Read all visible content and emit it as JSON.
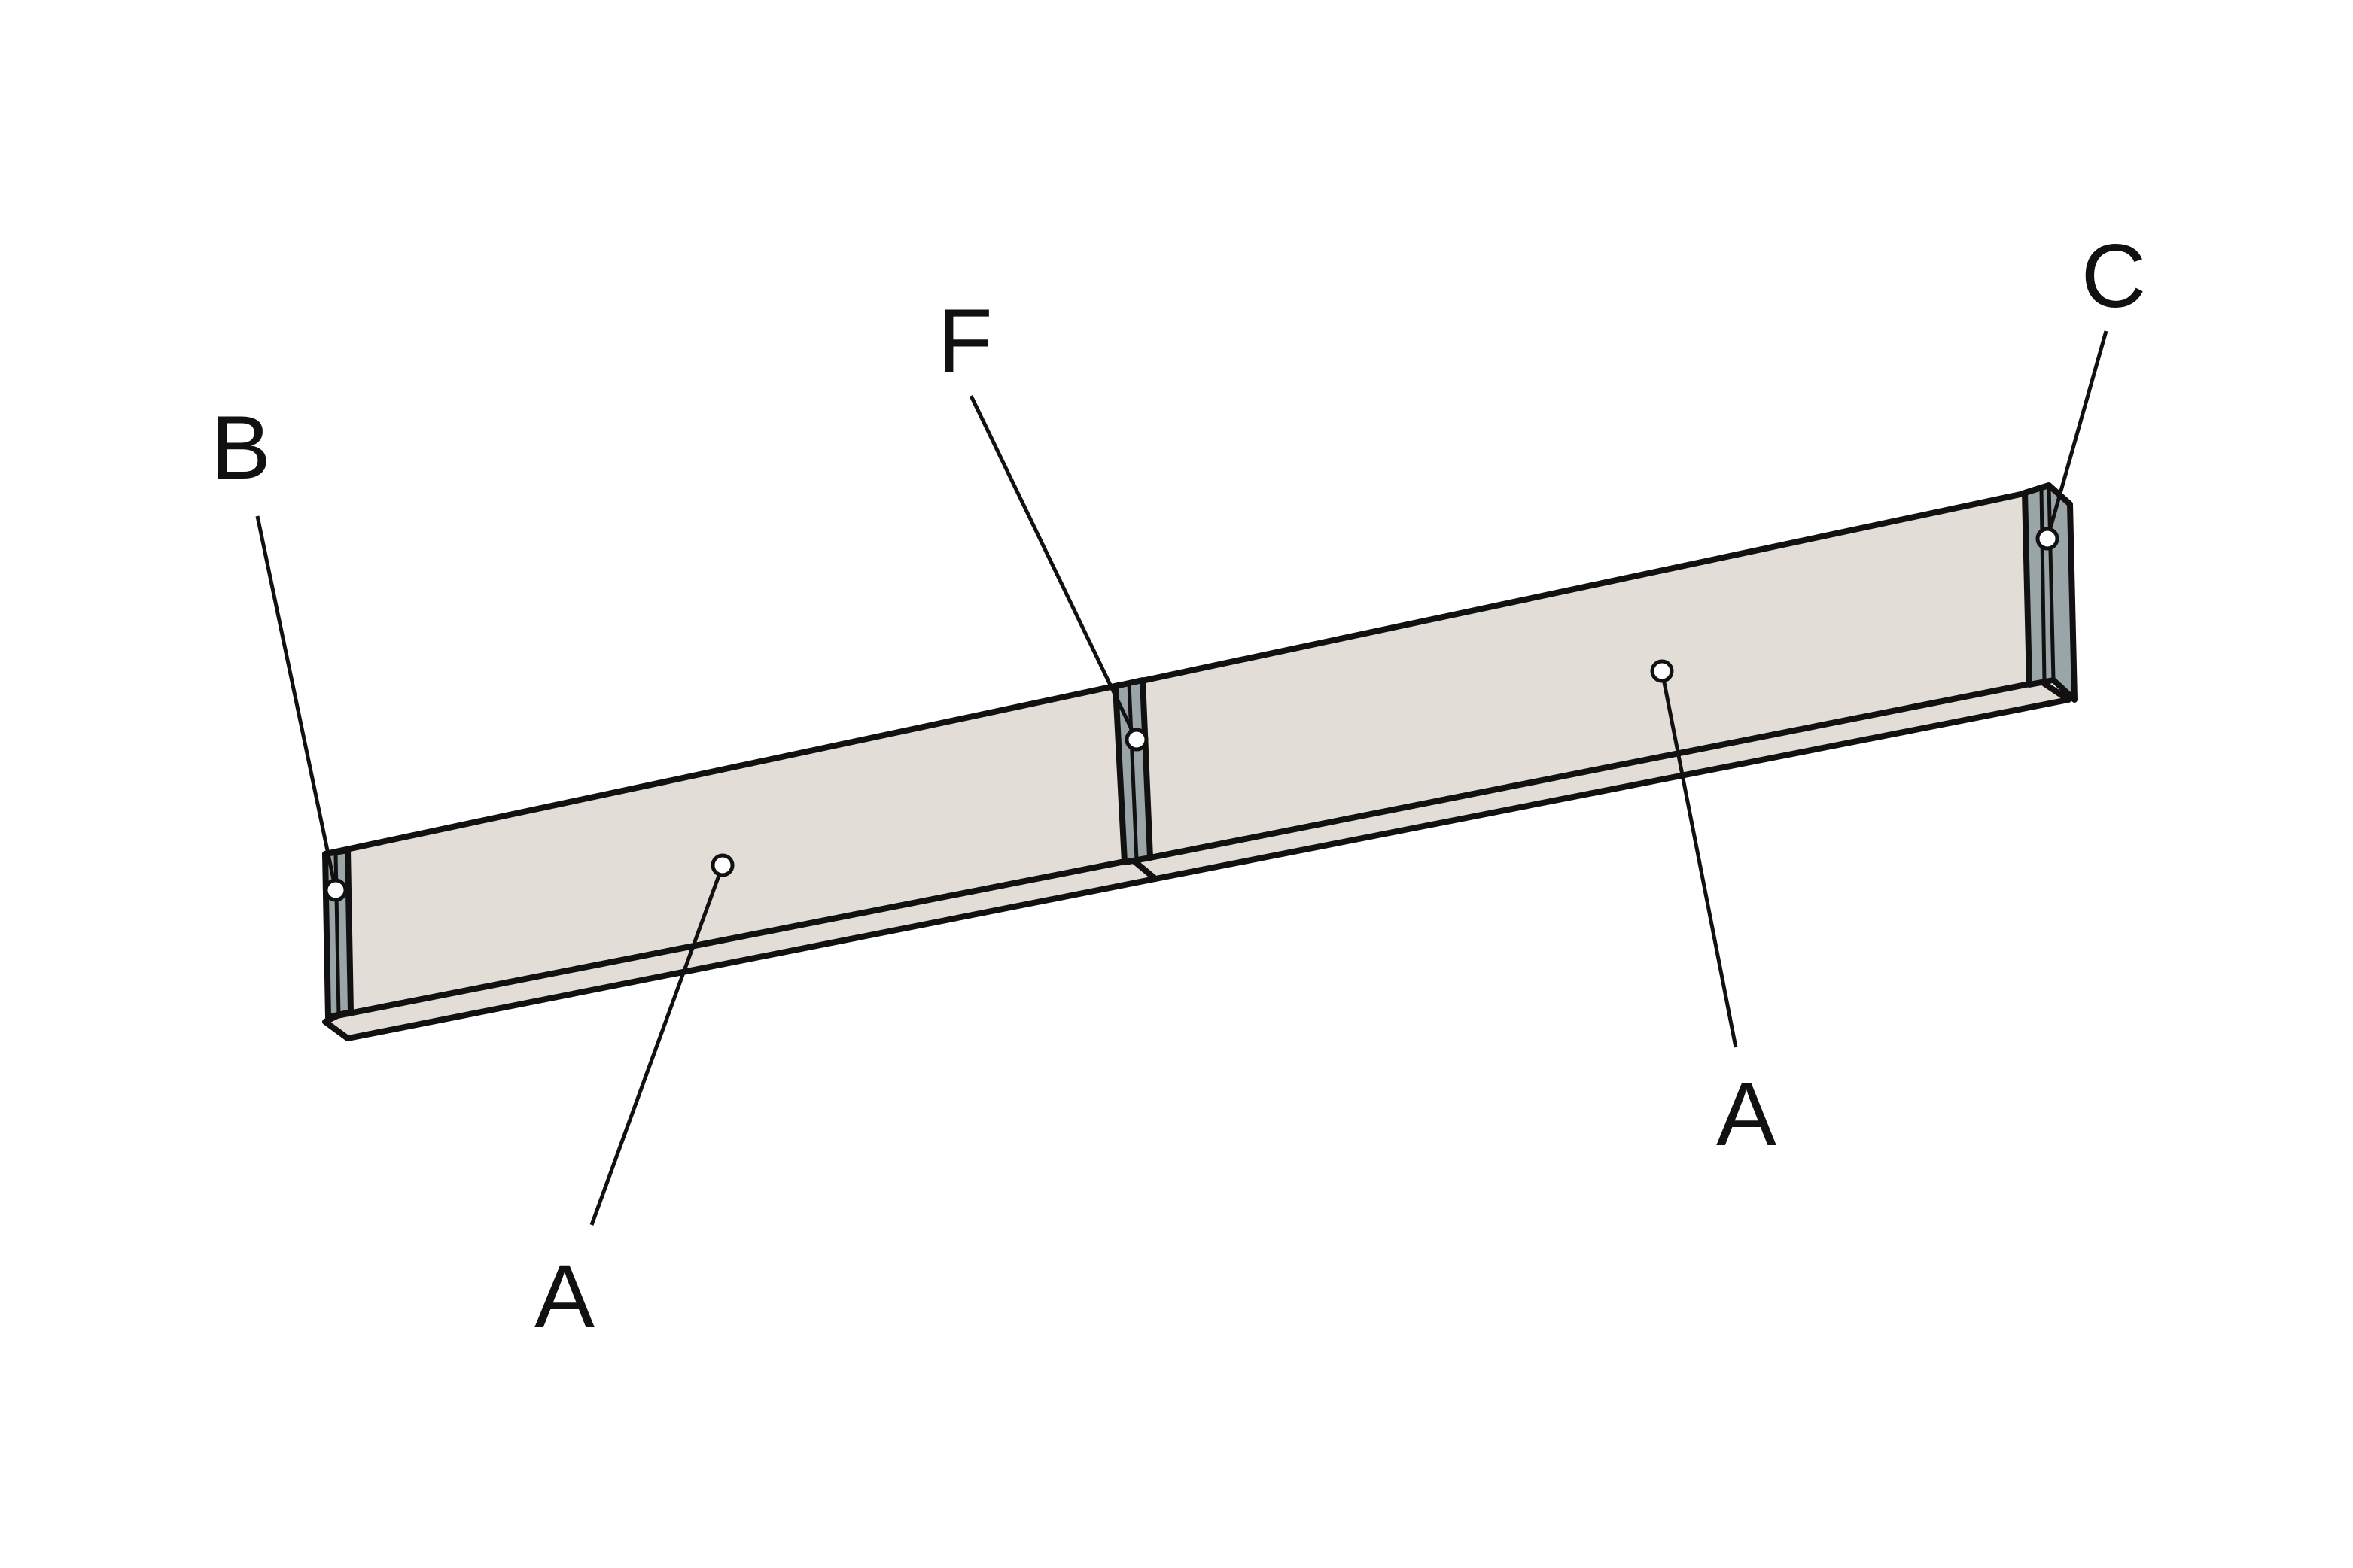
{
  "diagram": {
    "type": "assembly-callout",
    "labels": {
      "b": "B",
      "f": "F",
      "c": "C",
      "a_left": "A",
      "a_right": "A"
    },
    "colors": {
      "board_face": "#e3ddd8",
      "end_cap": "#9aa5a7",
      "outline": "#111111",
      "leader": "#111111",
      "marker_fill": "#ffffff"
    }
  }
}
